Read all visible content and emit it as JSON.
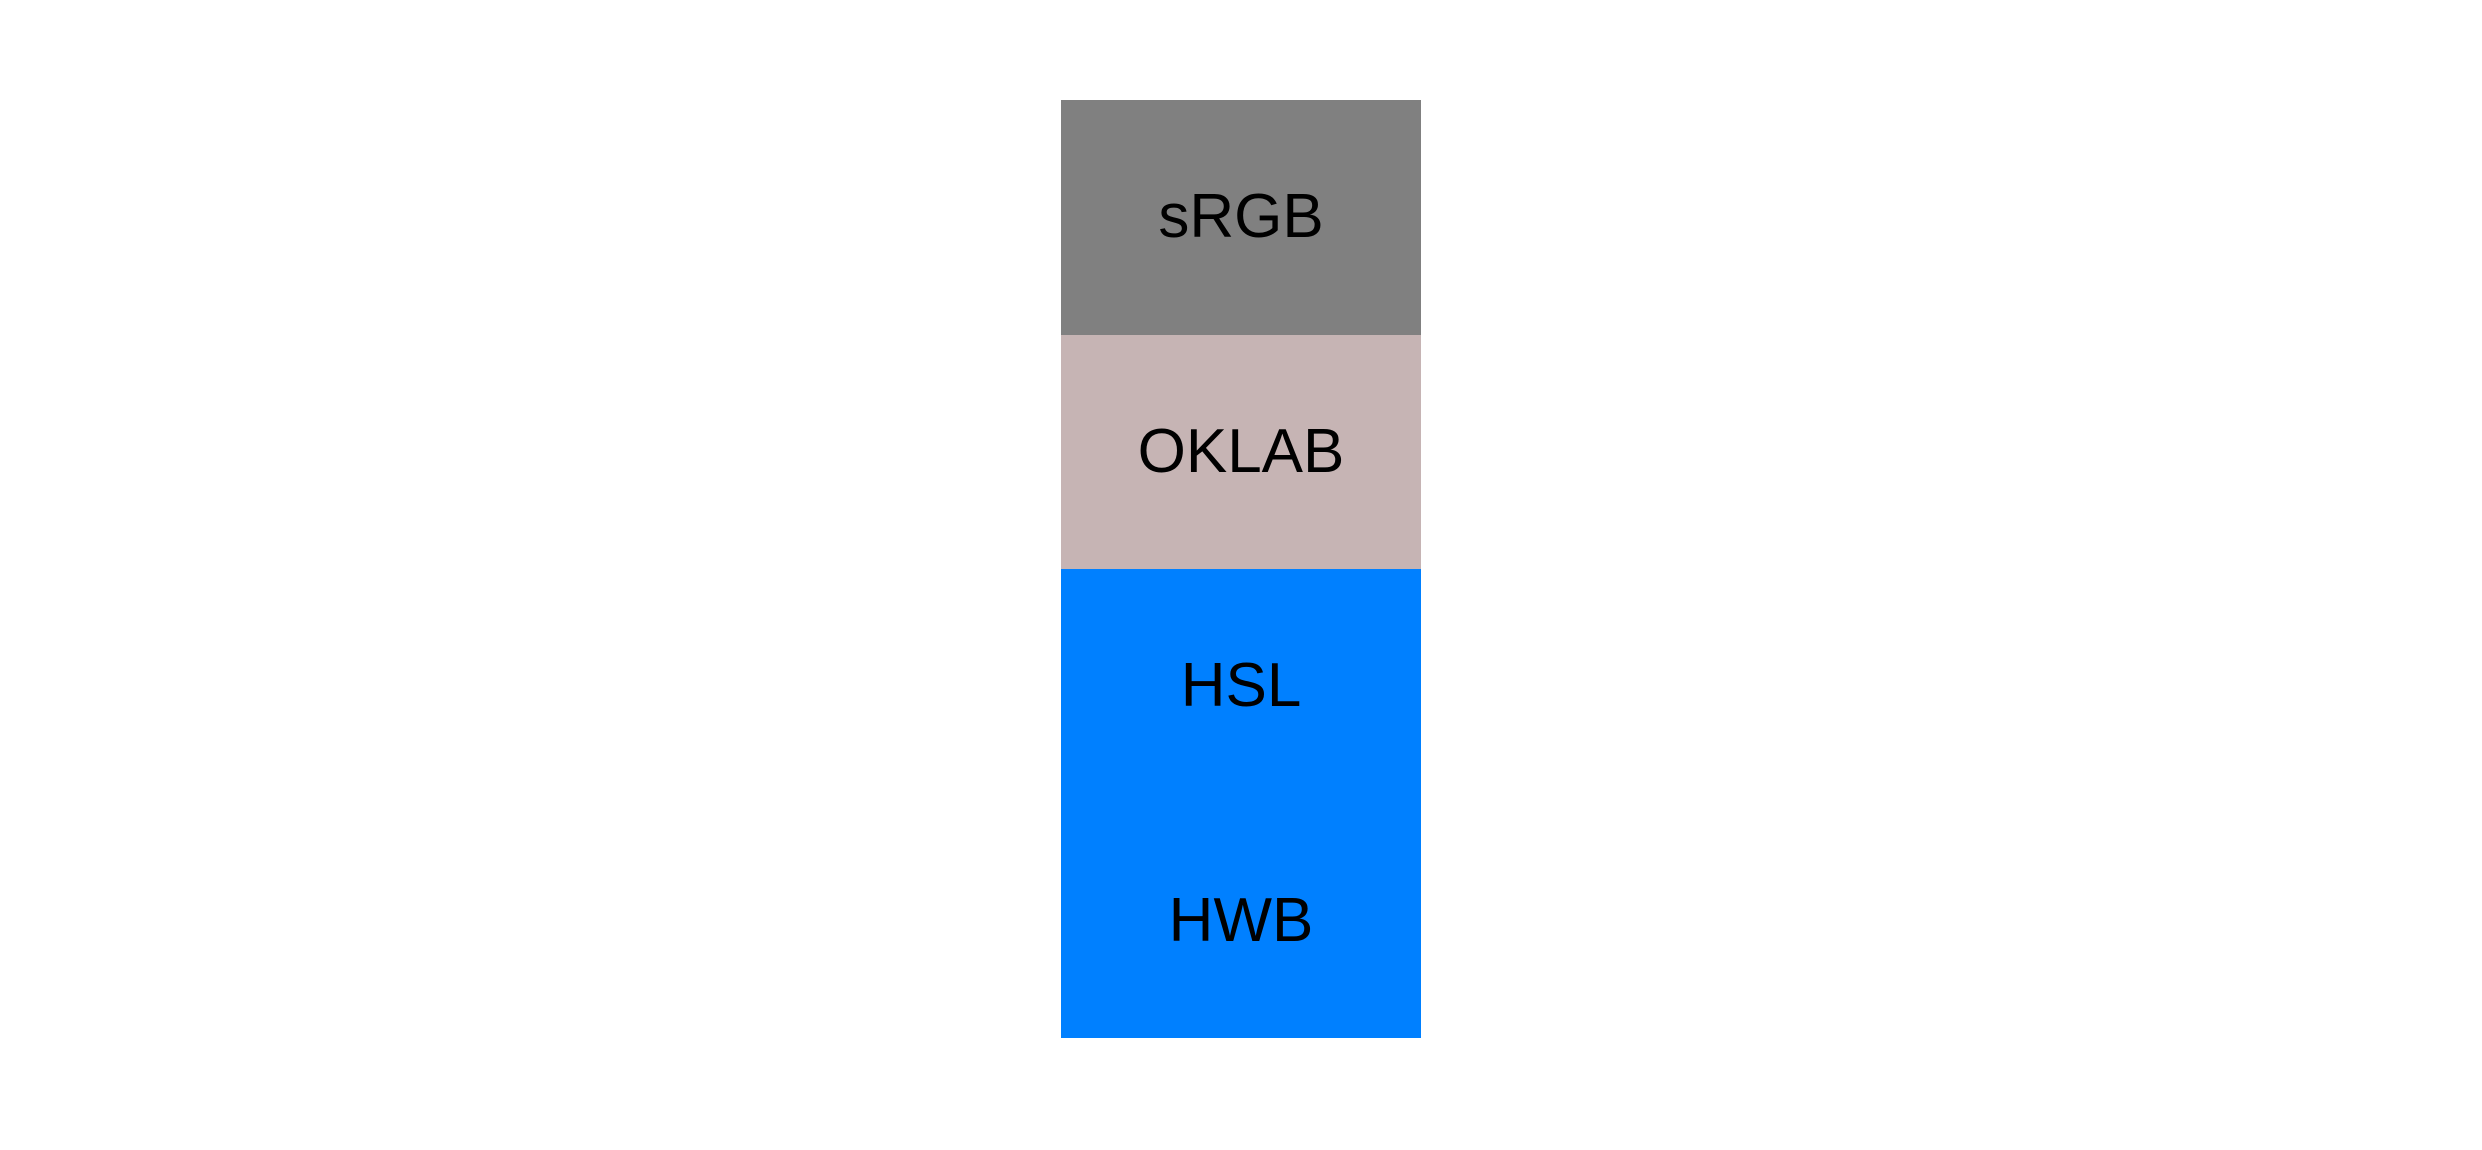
{
  "page": {
    "background": "#ffffff",
    "text_color": "#000000"
  },
  "swatches": [
    {
      "label": "sRGB",
      "color": "#808080"
    },
    {
      "label": "OKLAB",
      "color": "#c6b4b4"
    },
    {
      "label": "HSL",
      "color": "#0080ff"
    },
    {
      "label": "HWB",
      "color": "#0080ff"
    }
  ]
}
